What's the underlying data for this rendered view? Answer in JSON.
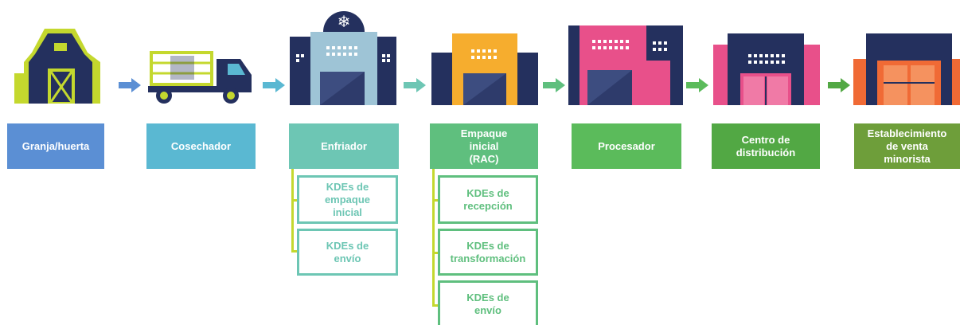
{
  "stages": [
    {
      "label": "Granja/huerta",
      "color": "#5b8fd4",
      "icon": "barn-icon"
    },
    {
      "label": "Cosechador",
      "color": "#5ab8d2",
      "icon": "truck-icon"
    },
    {
      "label": "Enfriador",
      "color": "#6dc6b4",
      "icon": "cooler-building-icon"
    },
    {
      "label": "Empaque\ninicial\n(RAC)",
      "color": "#5fbf7e",
      "icon": "packing-building-icon"
    },
    {
      "label": "Procesador",
      "color": "#5bbb5b",
      "icon": "processor-building-icon"
    },
    {
      "label": "Centro de\ndistribución",
      "color": "#52a844",
      "icon": "distribution-center-icon"
    },
    {
      "label": "Establecimiento\nde venta\nminorista",
      "color": "#6e9e3a",
      "icon": "retail-store-icon"
    }
  ],
  "kdes": {
    "enfriador": {
      "border_color": "#6dc6b4",
      "items": [
        "KDEs de\nempaque\ninicial",
        "KDEs de\nenvío"
      ]
    },
    "empaque": {
      "border_color": "#5fbf7e",
      "items": [
        "KDEs de\nrecepción",
        "KDEs de\ntransformación",
        "KDEs de\nenvío"
      ]
    }
  },
  "colors": {
    "navy": "#24305e",
    "lime": "#c4d82e",
    "connector": "#c4d82e"
  }
}
